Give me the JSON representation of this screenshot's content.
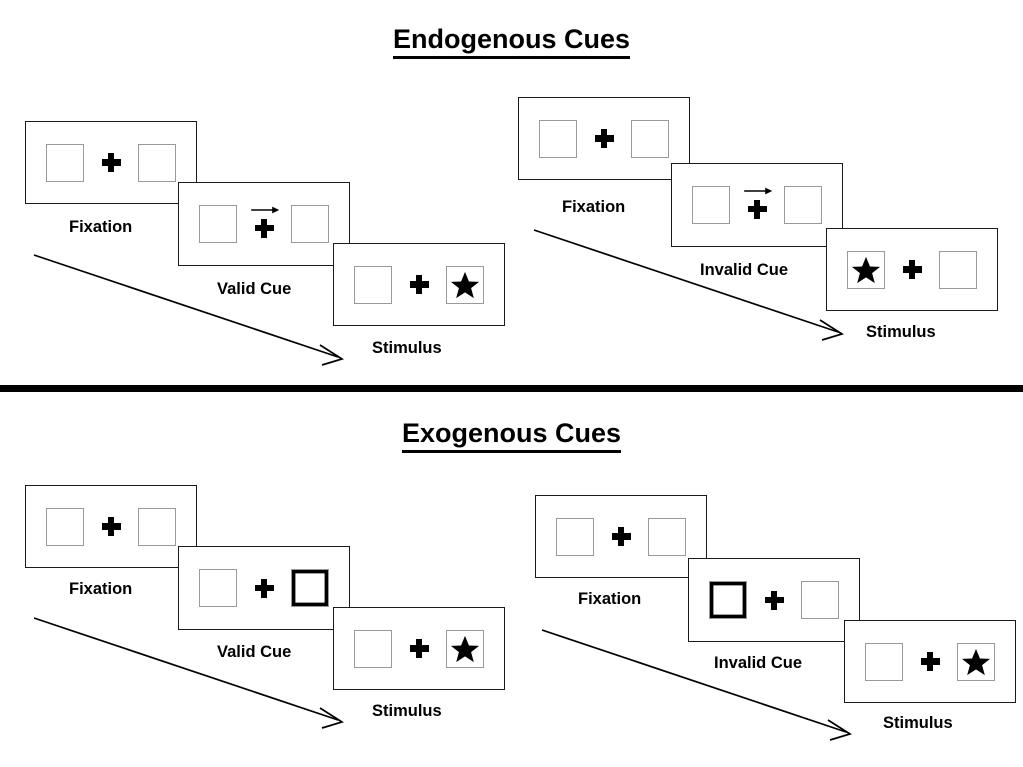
{
  "figure": {
    "title_endogenous": "Endogenous Cues",
    "title_exogenous": "Exogenous Cues"
  },
  "sections": [
    {
      "id": "endogenous",
      "title": "Endogenous Cues",
      "sequences": [
        {
          "id": "endogenous-valid",
          "condition": "Valid",
          "panels": [
            {
              "label": "Fixation",
              "left_box": "empty",
              "right_box": "empty",
              "cue": "none",
              "center": "plus"
            },
            {
              "label": "Valid Cue",
              "left_box": "empty",
              "right_box": "empty",
              "cue": "arrow-right",
              "center": "plus"
            },
            {
              "label": "Stimulus",
              "left_box": "empty",
              "right_box": "star",
              "cue": "none",
              "center": "plus"
            }
          ]
        },
        {
          "id": "endogenous-invalid",
          "condition": "Invalid",
          "panels": [
            {
              "label": "Fixation",
              "left_box": "empty",
              "right_box": "empty",
              "cue": "none",
              "center": "plus"
            },
            {
              "label": "Invalid Cue",
              "left_box": "empty",
              "right_box": "empty",
              "cue": "arrow-right",
              "center": "plus"
            },
            {
              "label": "Stimulus",
              "left_box": "star",
              "right_box": "empty",
              "cue": "none",
              "center": "plus"
            }
          ]
        }
      ]
    },
    {
      "id": "exogenous",
      "title": "Exogenous Cues",
      "sequences": [
        {
          "id": "exogenous-valid",
          "condition": "Valid",
          "panels": [
            {
              "label": "Fixation",
              "left_box": "empty",
              "right_box": "empty",
              "cue": "none",
              "center": "plus"
            },
            {
              "label": "Valid Cue",
              "left_box": "empty",
              "right_box": "cued",
              "cue": "none",
              "center": "plus"
            },
            {
              "label": "Stimulus",
              "left_box": "empty",
              "right_box": "star",
              "cue": "none",
              "center": "plus"
            }
          ]
        },
        {
          "id": "exogenous-invalid",
          "condition": "Invalid",
          "panels": [
            {
              "label": "Fixation",
              "left_box": "empty",
              "right_box": "empty",
              "cue": "none",
              "center": "plus"
            },
            {
              "label": "Invalid Cue",
              "left_box": "cued",
              "right_box": "empty",
              "cue": "none",
              "center": "plus"
            },
            {
              "label": "Stimulus",
              "left_box": "empty",
              "right_box": "star",
              "cue": "none",
              "center": "plus"
            }
          ]
        }
      ]
    }
  ],
  "labels": {
    "fixation": "Fixation",
    "valid_cue": "Valid Cue",
    "invalid_cue": "Invalid Cue",
    "stimulus": "Stimulus"
  },
  "icons": {
    "fixation_cross": "plus-icon",
    "target": "star-icon",
    "cue": "arrow-right-icon",
    "time_flow": "diagonal-arrow-icon"
  },
  "colors": {
    "ink": "#000000",
    "panel_border": "#1a1a1a",
    "box_border": "#9a9a9a",
    "background": "#ffffff"
  }
}
